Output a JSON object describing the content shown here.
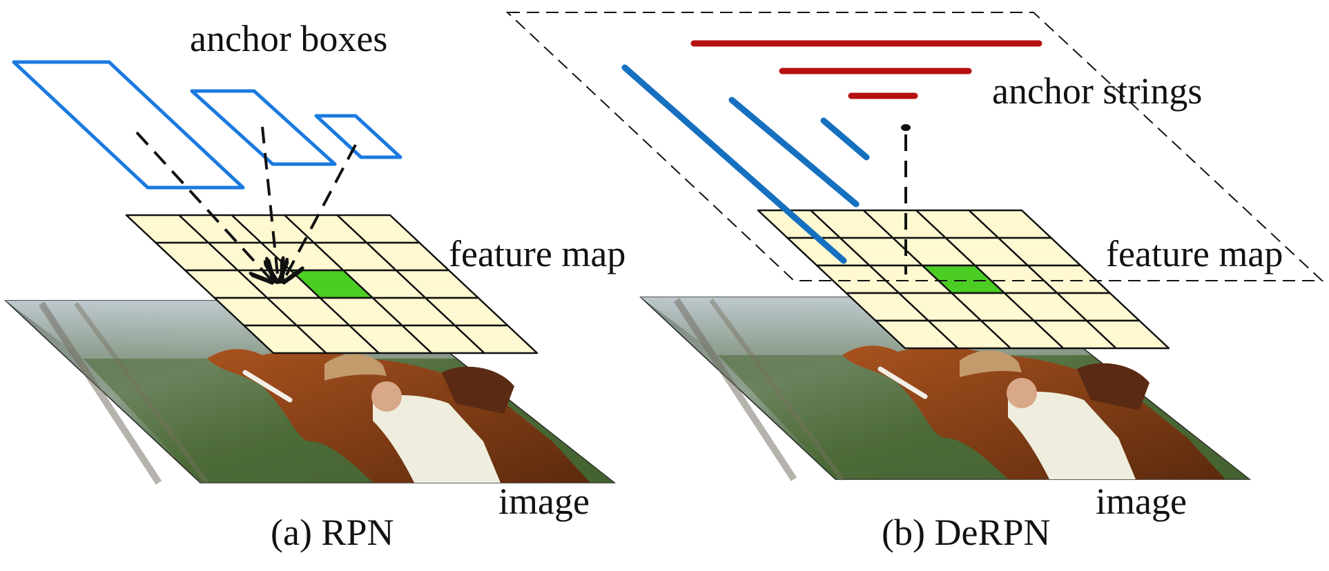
{
  "panel_a": {
    "caption": "(a) RPN",
    "label_anchor": "anchor boxes",
    "label_feature": "feature map",
    "label_image": "image"
  },
  "panel_b": {
    "caption": "(b) DeRPN",
    "label_anchor": "anchor strings",
    "label_feature": "feature map",
    "label_image": "image"
  },
  "grid": {
    "rows": 5,
    "cols": 5,
    "highlight_row": 2,
    "highlight_col": 2
  },
  "colors": {
    "grid_fill": "#fff9d2",
    "grid_highlight": "#4ccd24",
    "anchor_box": "#1a7ae0",
    "anchor_string_vertical": "#1670c0",
    "anchor_string_horizontal": "#b50f0f",
    "dashed": "#111111"
  }
}
